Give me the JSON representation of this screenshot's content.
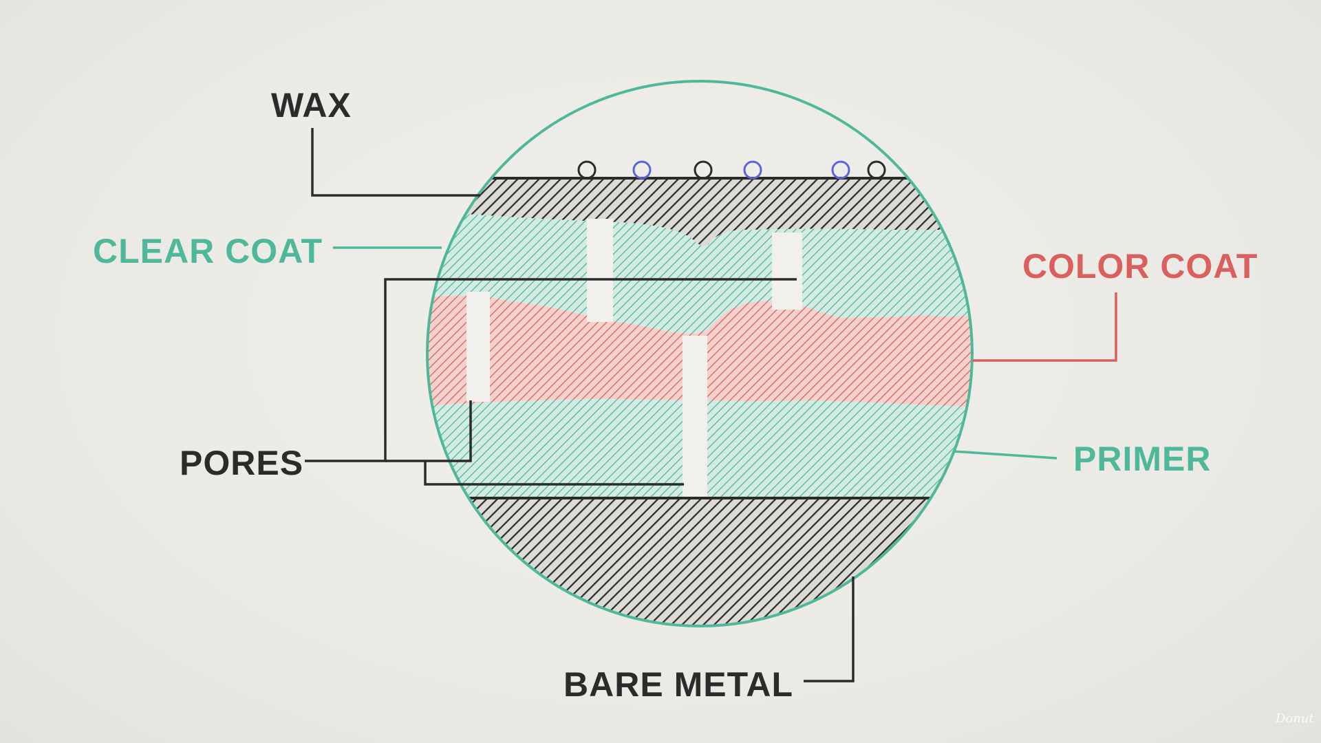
{
  "colors": {
    "background": "#ecebe6",
    "dark": "#2b2b2b",
    "teal": "#4fb89a",
    "teal_fill": "#c9e7dc",
    "red": "#d9605d",
    "red_fill": "#f0c8c3",
    "blue_dot": "#5a63d8"
  },
  "labels": {
    "wax": "WAX",
    "clear_coat": "CLEAR COAT",
    "color_coat": "COLOR COAT",
    "pores": "PORES",
    "primer": "PRIMER",
    "bare_metal": "BARE METAL"
  },
  "watermark": "Donut",
  "wax_particles": [
    "black",
    "blue",
    "black",
    "blue",
    "blue",
    "black"
  ]
}
